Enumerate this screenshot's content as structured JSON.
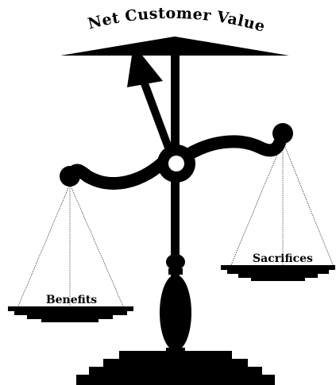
{
  "diagram": {
    "title": "Net Customer Value",
    "left_pan_label": "Benefits",
    "right_pan_label": "Sacrifices",
    "colors": {
      "ink": "#000000",
      "background": "#ffffff"
    }
  }
}
